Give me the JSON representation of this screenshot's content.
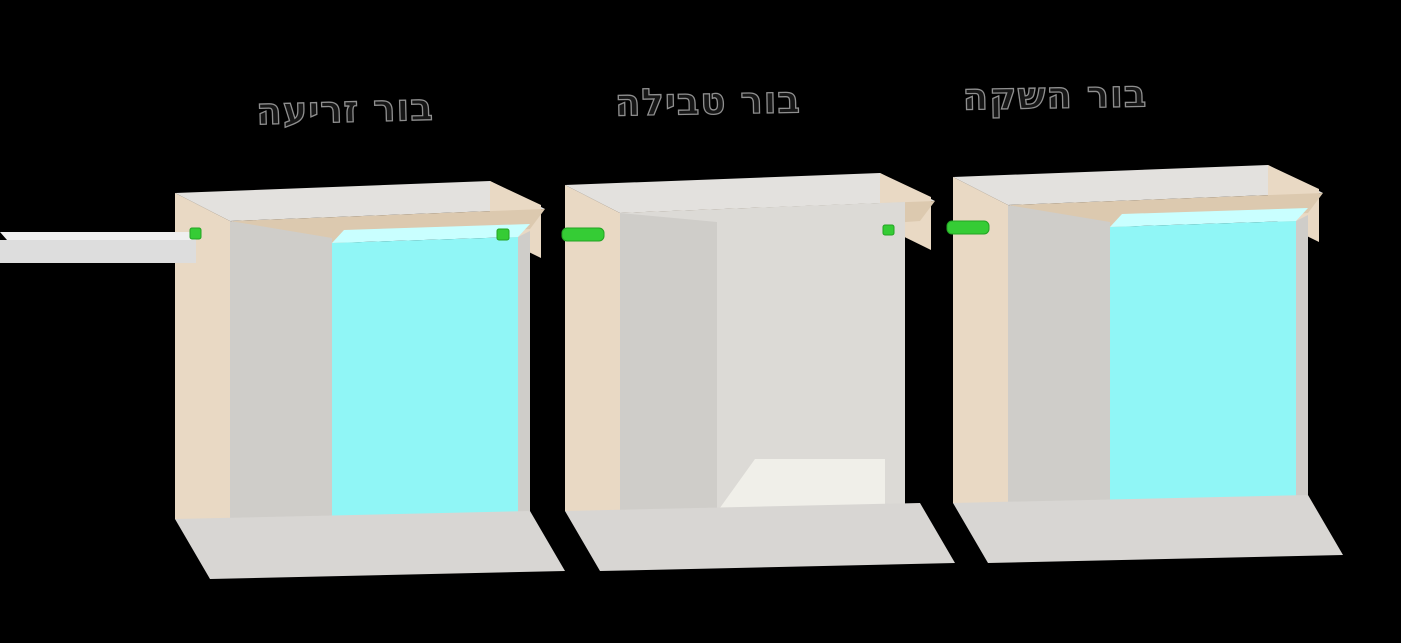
{
  "tanks": [
    {
      "name": "seeding-pit",
      "label": "בור זריעה",
      "has_water": true
    },
    {
      "name": "immersion-pit",
      "label": "בור טבילה",
      "has_water": false
    },
    {
      "name": "contact-pit",
      "label": "בור השקה",
      "has_water": true
    }
  ],
  "colors": {
    "background": "#000000",
    "rim_top": "#e3e1de",
    "wall_tan": "#e9d9c4",
    "wall_tan_dark": "#dcc9af",
    "interior_wall": "#cfcdc9",
    "interior_back": "#dcdad6",
    "floor_light": "#f0efe9",
    "base_front": "#d8d6d3",
    "water_front": "#90f6f6",
    "water_surface": "#c9ffff",
    "pipe_green": "#35cc35",
    "pipe_gray_top": "#efefef",
    "pipe_gray_front": "#dddddd"
  }
}
